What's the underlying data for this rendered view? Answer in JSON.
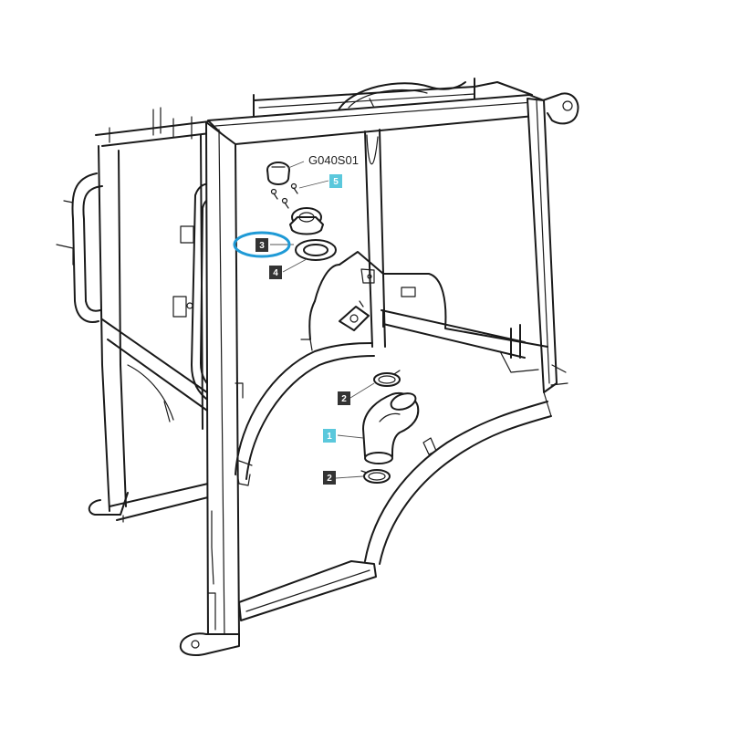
{
  "diagram": {
    "code": "G040S01",
    "highlight_color": "#1f9ad6",
    "callouts": [
      {
        "label": "5",
        "style": "cyan"
      },
      {
        "label": "3",
        "style": "dark",
        "highlighted": true
      },
      {
        "label": "4",
        "style": "dark"
      },
      {
        "label": "2",
        "style": "dark"
      },
      {
        "label": "1",
        "style": "cyan"
      },
      {
        "label": "2",
        "style": "dark"
      }
    ],
    "colors": {
      "dark": "#333333",
      "cyan": "#5bc8dc",
      "line": "#1a1a1a"
    }
  }
}
